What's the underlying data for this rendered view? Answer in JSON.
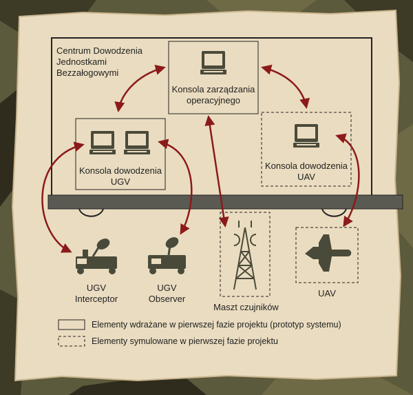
{
  "centrum": {
    "line1": "Centrum Dowodzenia",
    "line2": "Jednostkami",
    "line3": "Bezzałogowymi"
  },
  "operational_console": {
    "line1": "Konsola zarządzania",
    "line2": "operacyjnego"
  },
  "ugv_console": {
    "line1": "Konsola dowodzenia",
    "line2": "UGV"
  },
  "uav_console": {
    "line1": "Konsola dowodzenia",
    "line2": "UAV"
  },
  "ugv_interceptor": {
    "line1": "UGV",
    "line2": "Interceptor"
  },
  "ugv_observer": {
    "line1": "UGV",
    "line2": "Observer"
  },
  "sensor_mast": {
    "label": "Maszt czujników"
  },
  "uav": {
    "label": "UAV"
  },
  "legend": {
    "solid": "Elementy wdrażane w pierwszej fazie projektu (prototyp systemu)",
    "dashed": "Elementy symulowane w pierwszej fazie projektu"
  },
  "colors": {
    "arrow": "#8b1a1a",
    "icon": "#4a4a3a",
    "paper": "#eadcc0",
    "camo_base": "#5c5a3c"
  }
}
